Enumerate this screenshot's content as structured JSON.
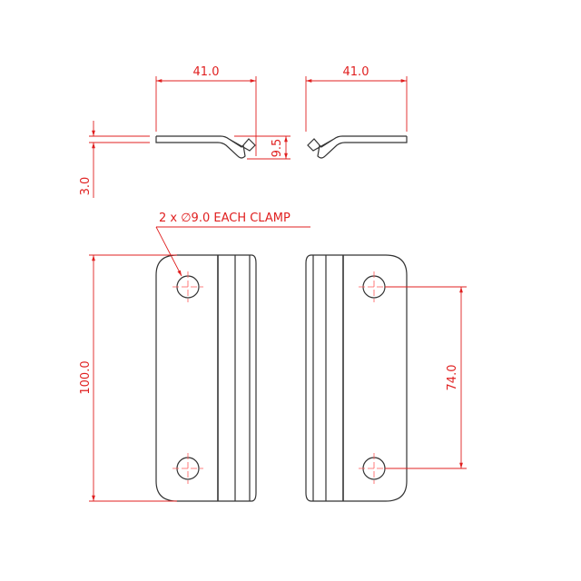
{
  "colors": {
    "dimension": "#e02020",
    "part_outline": "#333333",
    "background": "#ffffff"
  },
  "top_views": {
    "left_width": "41.0",
    "right_width": "41.0",
    "bend_depth": "9.5",
    "thickness": "3.0"
  },
  "front_views": {
    "hole_note": "2 x ∅9.0 EACH CLAMP",
    "height": "100.0",
    "hole_spacing": "74.0"
  }
}
